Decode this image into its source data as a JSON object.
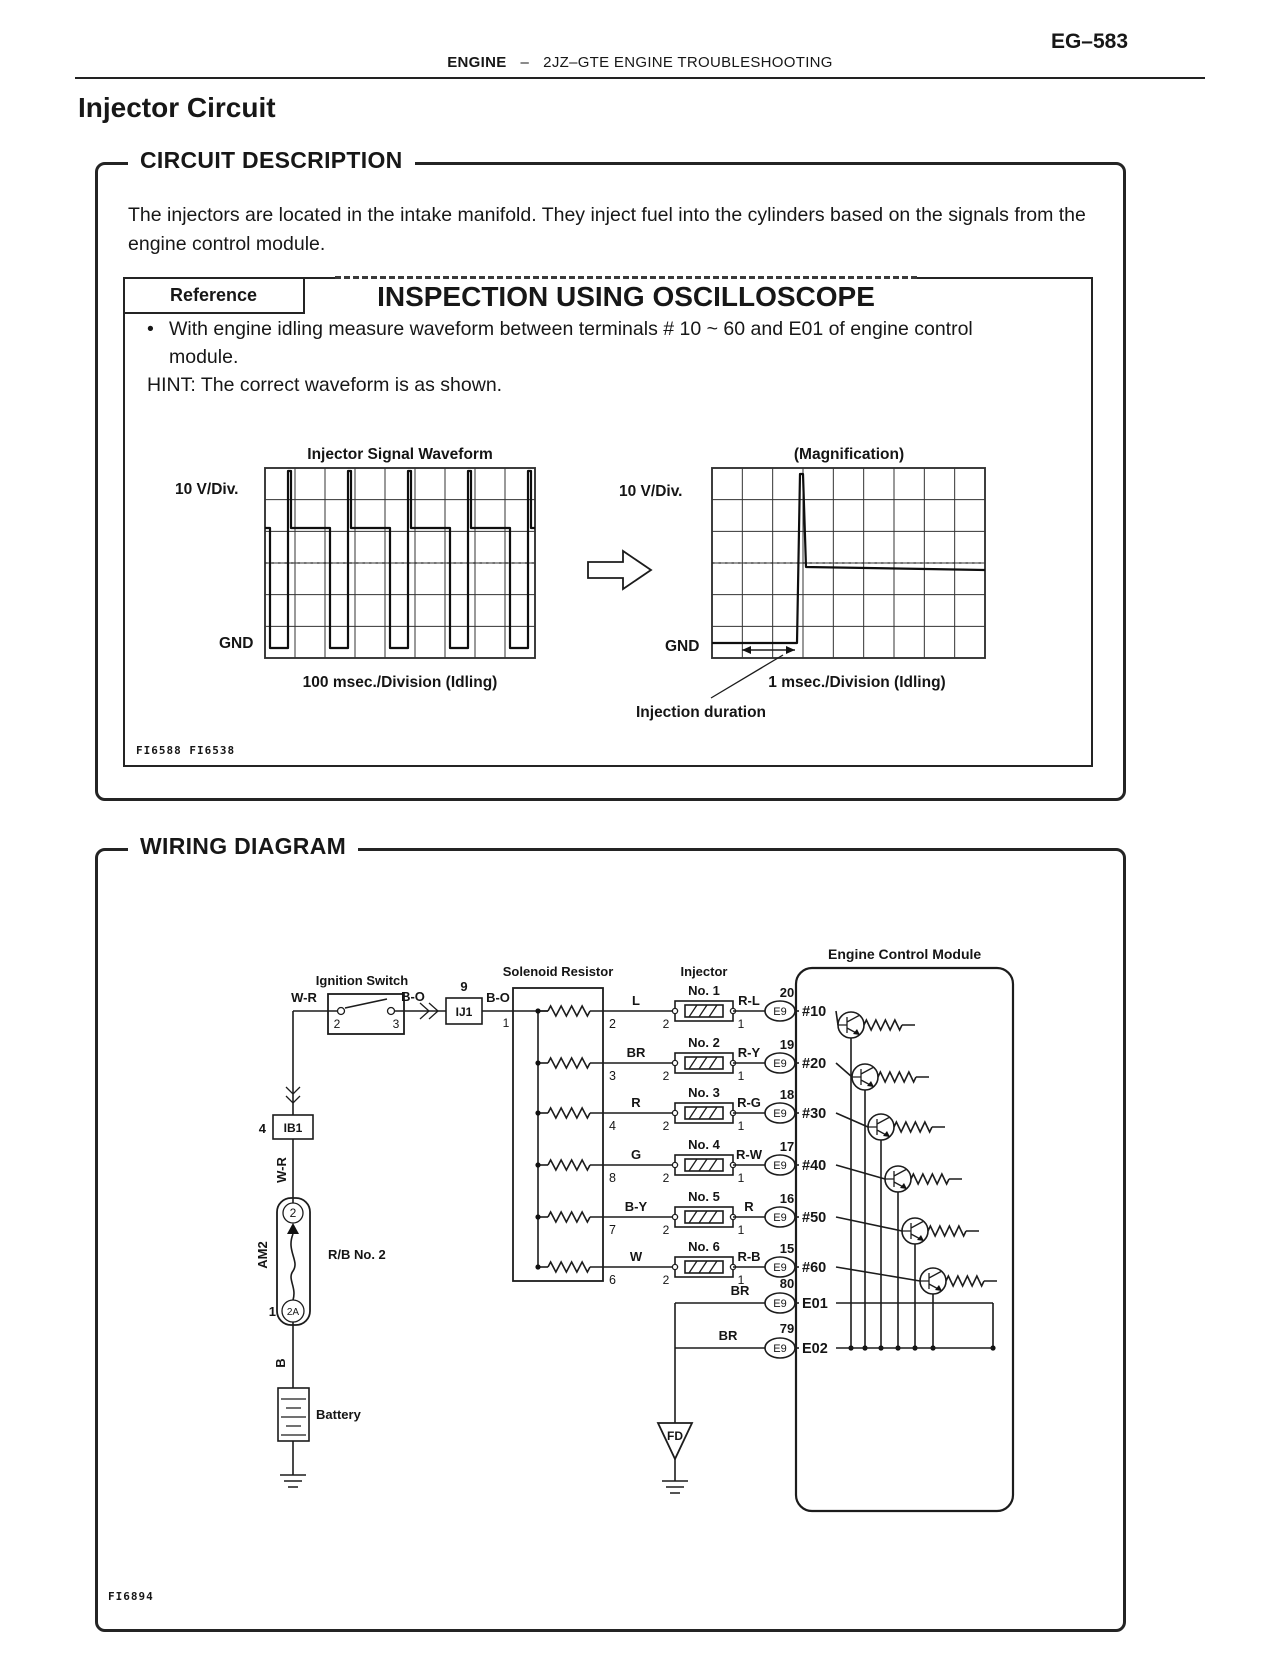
{
  "page": {
    "code": "EG–583",
    "header_left": "ENGINE",
    "header_sep": "–",
    "header_right": "2JZ–GTE ENGINE TROUBLESHOOTING",
    "title": "Injector Circuit"
  },
  "circuit": {
    "heading": "CIRCUIT DESCRIPTION",
    "body": "The injectors are located in the intake manifold. They inject fuel into the cylinders based on the signals from the engine control module.",
    "reference": {
      "tag": "Reference",
      "heading": "INSPECTION USING OSCILLOSCOPE",
      "bullet_marker": "•",
      "bullet": "With engine idling measure waveform between terminals # 10 ~ 60 and E01 of engine control module.",
      "hint": "HINT:  The correct waveform is as shown.",
      "figure_code": "FI6588 FI6538"
    }
  },
  "scopes": {
    "left": {
      "title": "Injector Signal Waveform",
      "vdiv": "10 V/Div.",
      "gnd": "GND",
      "timebase": "100 msec./Division (Idling)"
    },
    "right": {
      "title": "(Magnification)",
      "vdiv": "10 V/Div.",
      "gnd": "GND",
      "timebase": "1 msec./Division (Idling)",
      "annotation": "Injection duration"
    }
  },
  "wiring": {
    "heading": "WIRING DIAGRAM",
    "figure_code": "FI6894",
    "ecm_label": "Engine Control Module",
    "solenoid_resistor_label": "Solenoid Resistor",
    "injector_label": "Injector",
    "ignition_switch": {
      "label": "Ignition Switch",
      "wire_in": "W-R",
      "wire_out": "B-O",
      "pin_left": "2",
      "pin_right": "3"
    },
    "junction": {
      "name": "IJ1",
      "pin_top": "9",
      "pin_bottom": "1",
      "wire_out": "B-O"
    },
    "channels": [
      {
        "res_pin": "2",
        "wire_a": "L",
        "name": "No. 1",
        "pin_l": "2",
        "pin_r": "1",
        "wire_b": "R-L",
        "conn": "E9",
        "ecu_pin": "20",
        "terminal": "#10"
      },
      {
        "res_pin": "3",
        "wire_a": "BR",
        "name": "No. 2",
        "pin_l": "2",
        "pin_r": "1",
        "wire_b": "R-Y",
        "conn": "E9",
        "ecu_pin": "19",
        "terminal": "#20"
      },
      {
        "res_pin": "4",
        "wire_a": "R",
        "name": "No. 3",
        "pin_l": "2",
        "pin_r": "1",
        "wire_b": "R-G",
        "conn": "E9",
        "ecu_pin": "18",
        "terminal": "#30"
      },
      {
        "res_pin": "8",
        "wire_a": "G",
        "name": "No. 4",
        "pin_l": "2",
        "pin_r": "1",
        "wire_b": "R-W",
        "conn": "E9",
        "ecu_pin": "17",
        "terminal": "#40"
      },
      {
        "res_pin": "7",
        "wire_a": "B-Y",
        "name": "No. 5",
        "pin_l": "2",
        "pin_r": "1",
        "wire_b": "R",
        "conn": "E9",
        "ecu_pin": "16",
        "terminal": "#50"
      },
      {
        "res_pin": "6",
        "wire_a": "W",
        "name": "No. 6",
        "pin_l": "2",
        "pin_r": "1",
        "wire_b": "R-B",
        "conn": "E9",
        "ecu_pin": "15",
        "terminal": "#60"
      }
    ],
    "grounds": [
      {
        "wire": "BR",
        "conn": "E9",
        "ecu_pin": "80",
        "terminal": "E01"
      },
      {
        "wire": "BR",
        "conn": "E9",
        "ecu_pin": "79",
        "terminal": "E02"
      }
    ],
    "left_branch": {
      "ib1_pin": "4",
      "ib1": "IB1",
      "wire_v1": "W-R",
      "fuse_name": "AM2",
      "fuse_top": "2",
      "fuse_bottom": "2A",
      "fuse_bottom_pin": "1",
      "rb_label": "R/B No. 2",
      "wire_v2": "B",
      "battery": "Battery",
      "fd": "FD"
    }
  }
}
